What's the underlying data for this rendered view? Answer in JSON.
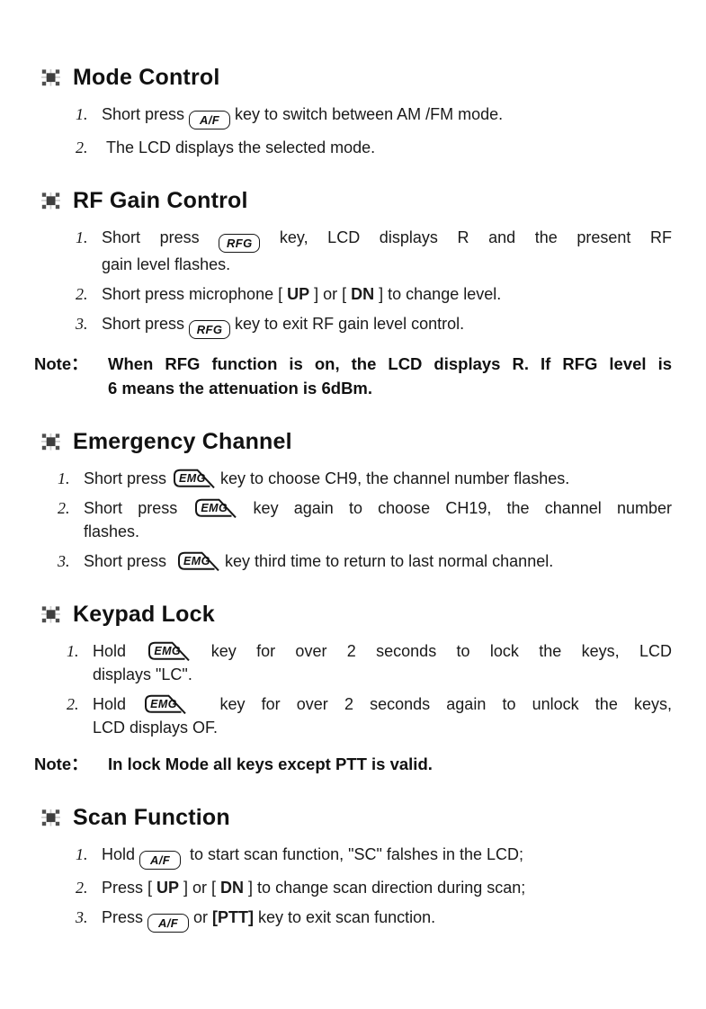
{
  "colors": {
    "text": "#1a1a1a",
    "page_bg": "#ffffff",
    "key_border": "#161616",
    "icon_dark": "#3e3e3e",
    "icon_mid": "#4f4f4f",
    "icon_light": "#cccccc"
  },
  "icons": {
    "section_marker": "selection-node-icon"
  },
  "sections": [
    {
      "title": "Mode Control",
      "items": [
        {
          "num": "1.",
          "lines": [
            {
              "justify": false,
              "segments": [
                {
                  "type": "text",
                  "text": "Short press "
                },
                {
                  "type": "key",
                  "shape": "round",
                  "text": "A/F"
                },
                {
                  "type": "text",
                  "text": " key to switch between AM /FM mode."
                }
              ]
            }
          ]
        },
        {
          "num": "2.",
          "lines": [
            {
              "justify": false,
              "segments": [
                {
                  "type": "text",
                  "text": " The LCD displays the selected mode."
                }
              ]
            }
          ]
        }
      ],
      "note": null
    },
    {
      "title": "RF Gain Control",
      "items": [
        {
          "num": "1.",
          "lines": [
            {
              "justify": true,
              "segments": [
                {
                  "type": "text",
                  "text": "Short press "
                },
                {
                  "type": "key",
                  "shape": "round",
                  "text": "RFG"
                },
                {
                  "type": "text",
                  "text": " key, LCD displays R and the present RF"
                }
              ]
            },
            {
              "justify": false,
              "segments": [
                {
                  "type": "text",
                  "text": "gain level flashes."
                }
              ]
            }
          ]
        },
        {
          "num": "2.",
          "lines": [
            {
              "justify": false,
              "segments": [
                {
                  "type": "text",
                  "text": "Short press microphone [ "
                },
                {
                  "type": "bold",
                  "text": "UP"
                },
                {
                  "type": "text",
                  "text": " ] or [ "
                },
                {
                  "type": "bold",
                  "text": "DN"
                },
                {
                  "type": "text",
                  "text": " ] to change level."
                }
              ]
            }
          ]
        },
        {
          "num": "3.",
          "lines": [
            {
              "justify": false,
              "segments": [
                {
                  "type": "text",
                  "text": "Short press "
                },
                {
                  "type": "key",
                  "shape": "round",
                  "text": "RFG"
                },
                {
                  "type": "text",
                  "text": " key to exit RF gain level control."
                }
              ]
            }
          ]
        }
      ],
      "note": {
        "label": "Note：",
        "lines": [
          {
            "justify": true,
            "text": "When RFG function is on, the LCD displays R. If RFG level is"
          },
          {
            "justify": false,
            "text": "6 means the attenuation is 6dBm."
          }
        ]
      }
    },
    {
      "title": "Emergency Channel",
      "items": [
        {
          "num": "1.",
          "lines": [
            {
              "justify": false,
              "segments": [
                {
                  "type": "text",
                  "text": "Short press "
                },
                {
                  "type": "key",
                  "shape": "emg",
                  "text": "EMG"
                },
                {
                  "type": "text",
                  "text": " key to choose CH9, the channel number flashes."
                }
              ]
            }
          ]
        },
        {
          "num": "2.",
          "lines": [
            {
              "justify": true,
              "segments": [
                {
                  "type": "text",
                  "text": "Short press "
                },
                {
                  "type": "key",
                  "shape": "emg",
                  "text": "EMG"
                },
                {
                  "type": "text",
                  "text": " key again to choose CH19, the channel number"
                }
              ]
            },
            {
              "justify": false,
              "segments": [
                {
                  "type": "text",
                  "text": "flashes."
                }
              ]
            }
          ]
        },
        {
          "num": "3.",
          "lines": [
            {
              "justify": false,
              "segments": [
                {
                  "type": "text",
                  "text": "Short press  "
                },
                {
                  "type": "key",
                  "shape": "emg",
                  "text": "EMG"
                },
                {
                  "type": "text",
                  "text": " key third time to return to last normal channel."
                }
              ]
            }
          ]
        }
      ],
      "note": null
    },
    {
      "title": "Keypad Lock",
      "items": [
        {
          "num": "1.",
          "lines": [
            {
              "justify": true,
              "segments": [
                {
                  "type": "text",
                  "text": "Hold "
                },
                {
                  "type": "key",
                  "shape": "emg",
                  "text": "EMG"
                },
                {
                  "type": "text",
                  "text": " key for over 2 seconds to lock the keys, LCD"
                }
              ]
            },
            {
              "justify": false,
              "segments": [
                {
                  "type": "text",
                  "text": "displays \"LC\"."
                }
              ]
            }
          ]
        },
        {
          "num": "2.",
          "lines": [
            {
              "justify": true,
              "segments": [
                {
                  "type": "text",
                  "text": "Hold "
                },
                {
                  "type": "key",
                  "shape": "emg",
                  "text": "EMG"
                },
                {
                  "type": "text",
                  "text": "  key for over 2 seconds again to unlock the keys,"
                }
              ]
            },
            {
              "justify": false,
              "segments": [
                {
                  "type": "text",
                  "text": "LCD displays OF."
                }
              ]
            }
          ]
        }
      ],
      "note": {
        "label": "Note：",
        "lines": [
          {
            "justify": false,
            "text": "In lock Mode all keys except PTT is valid."
          }
        ]
      }
    },
    {
      "title": "Scan Function",
      "items": [
        {
          "num": "1.",
          "lines": [
            {
              "justify": false,
              "segments": [
                {
                  "type": "text",
                  "text": "Hold "
                },
                {
                  "type": "key",
                  "shape": "round",
                  "text": "A/F"
                },
                {
                  "type": "text",
                  "text": "  to start scan function, \"SC\" falshes in the LCD;"
                }
              ]
            }
          ]
        },
        {
          "num": "2.",
          "lines": [
            {
              "justify": false,
              "segments": [
                {
                  "type": "text",
                  "text": "Press [ "
                },
                {
                  "type": "bold",
                  "text": "UP"
                },
                {
                  "type": "text",
                  "text": " ] or [ "
                },
                {
                  "type": "bold",
                  "text": "DN"
                },
                {
                  "type": "text",
                  "text": " ] to change scan direction during scan;"
                }
              ]
            }
          ]
        },
        {
          "num": "3.",
          "lines": [
            {
              "justify": false,
              "segments": [
                {
                  "type": "text",
                  "text": "Press "
                },
                {
                  "type": "key",
                  "shape": "round",
                  "text": "A/F"
                },
                {
                  "type": "text",
                  "text": " or "
                },
                {
                  "type": "bold",
                  "text": "[PTT]"
                },
                {
                  "type": "text",
                  "text": " key to exit scan function."
                }
              ]
            }
          ]
        }
      ],
      "note": null
    }
  ]
}
